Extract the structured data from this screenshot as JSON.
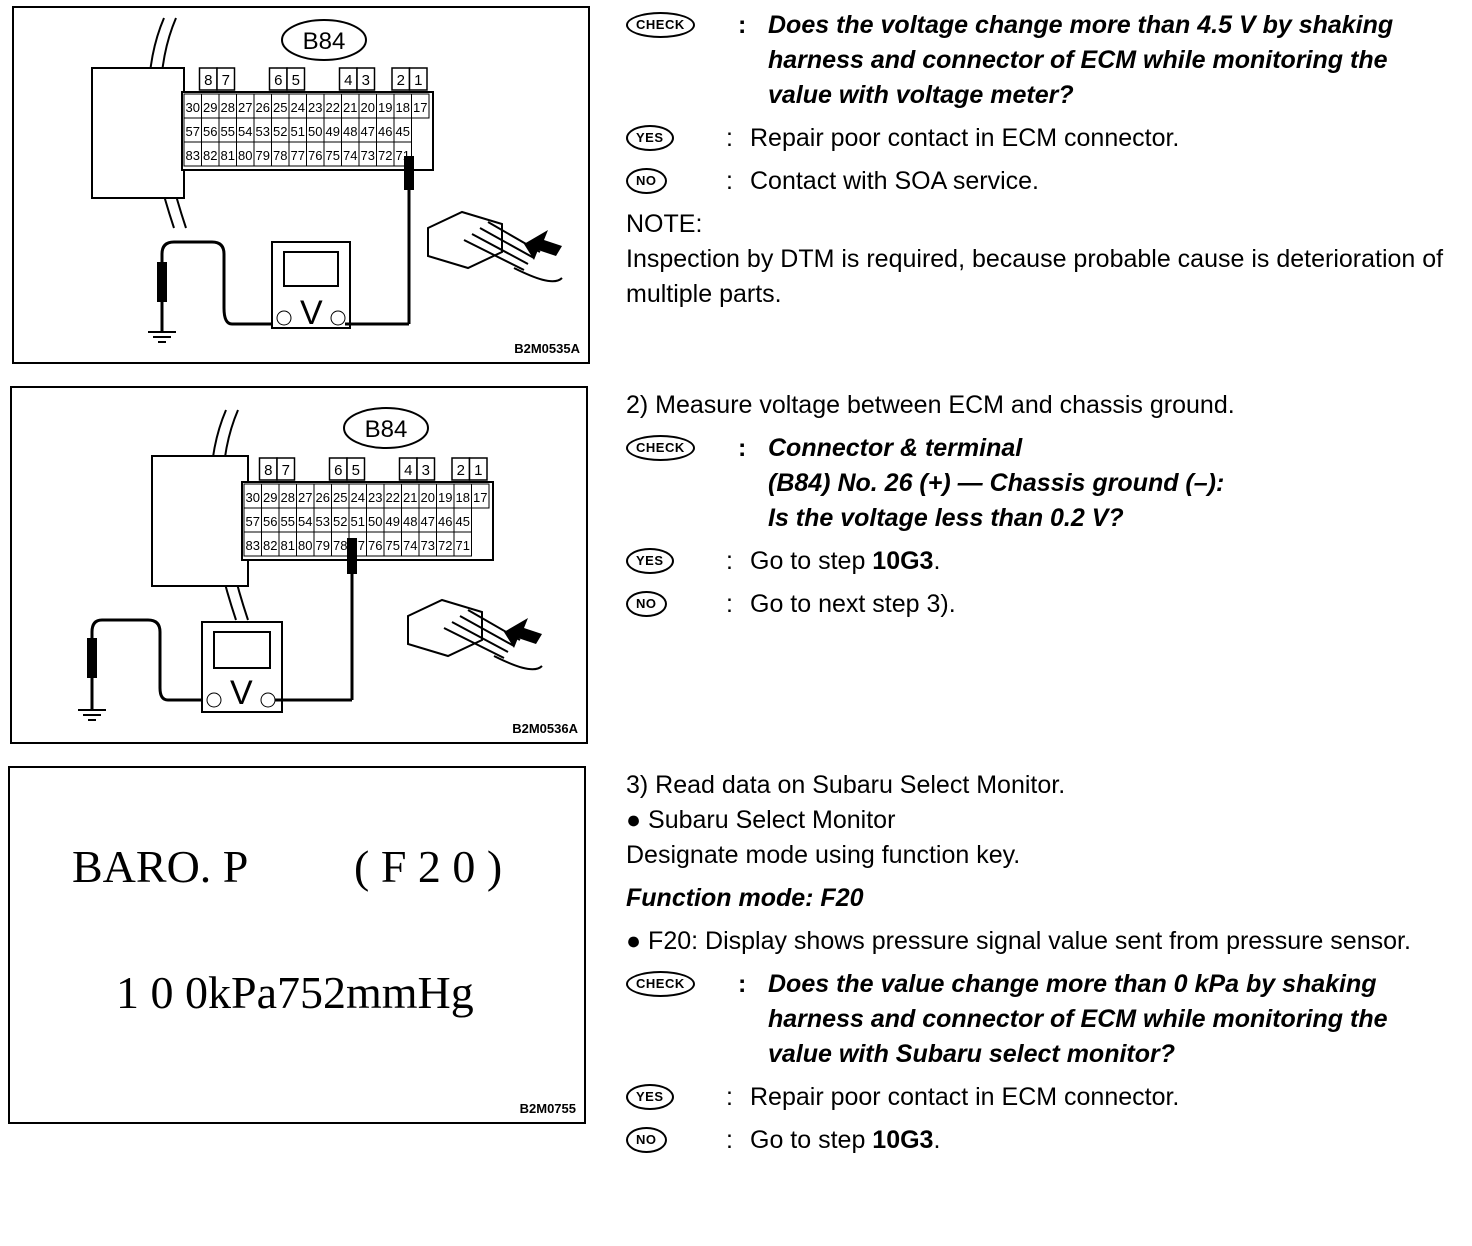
{
  "figures": [
    {
      "connector": "B84",
      "code": "B2M0535A"
    },
    {
      "connector": "B84",
      "code": "B2M0536A"
    },
    {
      "code": "B2M0755",
      "screen_line1_left": "BARO. P",
      "screen_line1_right": "( F 2 0 )",
      "screen_line2": "1 0 0kPa752mmHg"
    }
  ],
  "connector_rows": {
    "top_numbers": [
      "8",
      "7",
      "6",
      "5",
      "4",
      "3",
      "2",
      "1"
    ],
    "row1": [
      "30",
      "29",
      "28",
      "27",
      "26",
      "25",
      "24",
      "23",
      "22",
      "21",
      "20",
      "19",
      "18",
      "17"
    ],
    "row2": [
      "57",
      "56",
      "55",
      "54",
      "53",
      "52",
      "51",
      "50",
      "49",
      "48",
      "47",
      "46",
      "45"
    ],
    "row3": [
      "83",
      "82",
      "81",
      "80",
      "79",
      "78",
      "77",
      "76",
      "75",
      "74",
      "73",
      "72",
      "71"
    ]
  },
  "badges": {
    "check": "CHECK",
    "yes": "YES",
    "no": "NO"
  },
  "colon": ":",
  "section1": {
    "check": "Does the voltage change more than 4.5 V by shaking harness and connector of ECM while monitoring the value with voltage meter?",
    "yes": "Repair poor contact in ECM connector.",
    "no": "Contact with SOA service.",
    "note_title": "NOTE:",
    "note_text": "Inspection by DTM is required, because probable cause is deterioration of multiple parts."
  },
  "section2": {
    "step": "2)  Measure voltage between ECM and chassis ground.",
    "check_line1": "Connector & terminal",
    "check_line2": "(B84) No. 26 (+) — Chassis ground (–):",
    "check_line3": "Is the voltage less than 0.2 V?",
    "yes_prefix": "Go to step ",
    "yes_bold": "10G3",
    "yes_suffix": ".",
    "no": "Go to next step 3)."
  },
  "section3": {
    "step": "3)  Read data on Subaru Select Monitor.",
    "bullet1": "●  Subaru Select Monitor",
    "designate": "Designate mode using function key.",
    "function_mode": "Function mode: F20",
    "bullet2": "●  F20: Display shows pressure signal value sent from pressure sensor.",
    "check": "Does the value change more than 0 kPa by shaking harness and connector of ECM while monitoring the value with Subaru select monitor?",
    "yes": "Repair poor contact in ECM connector.",
    "no_prefix": "Go to step ",
    "no_bold": "10G3",
    "no_suffix": "."
  }
}
